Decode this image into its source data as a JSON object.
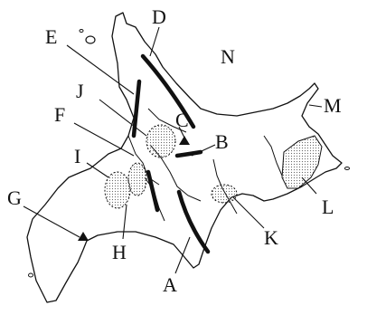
{
  "map": {
    "labels": {
      "A": "A",
      "B": "B",
      "C": "C",
      "D": "D",
      "E": "E",
      "F": "F",
      "G": "G",
      "H": "H",
      "I": "I",
      "J": "J",
      "K": "K",
      "L": "L",
      "M": "M",
      "N": "N"
    },
    "colors": {
      "ink": "#111111",
      "land": "#ffffff",
      "hatch": "#666666"
    },
    "icons": {
      "peak_C": "triangle-marker-icon",
      "peak_G": "triangle-marker-icon"
    }
  }
}
